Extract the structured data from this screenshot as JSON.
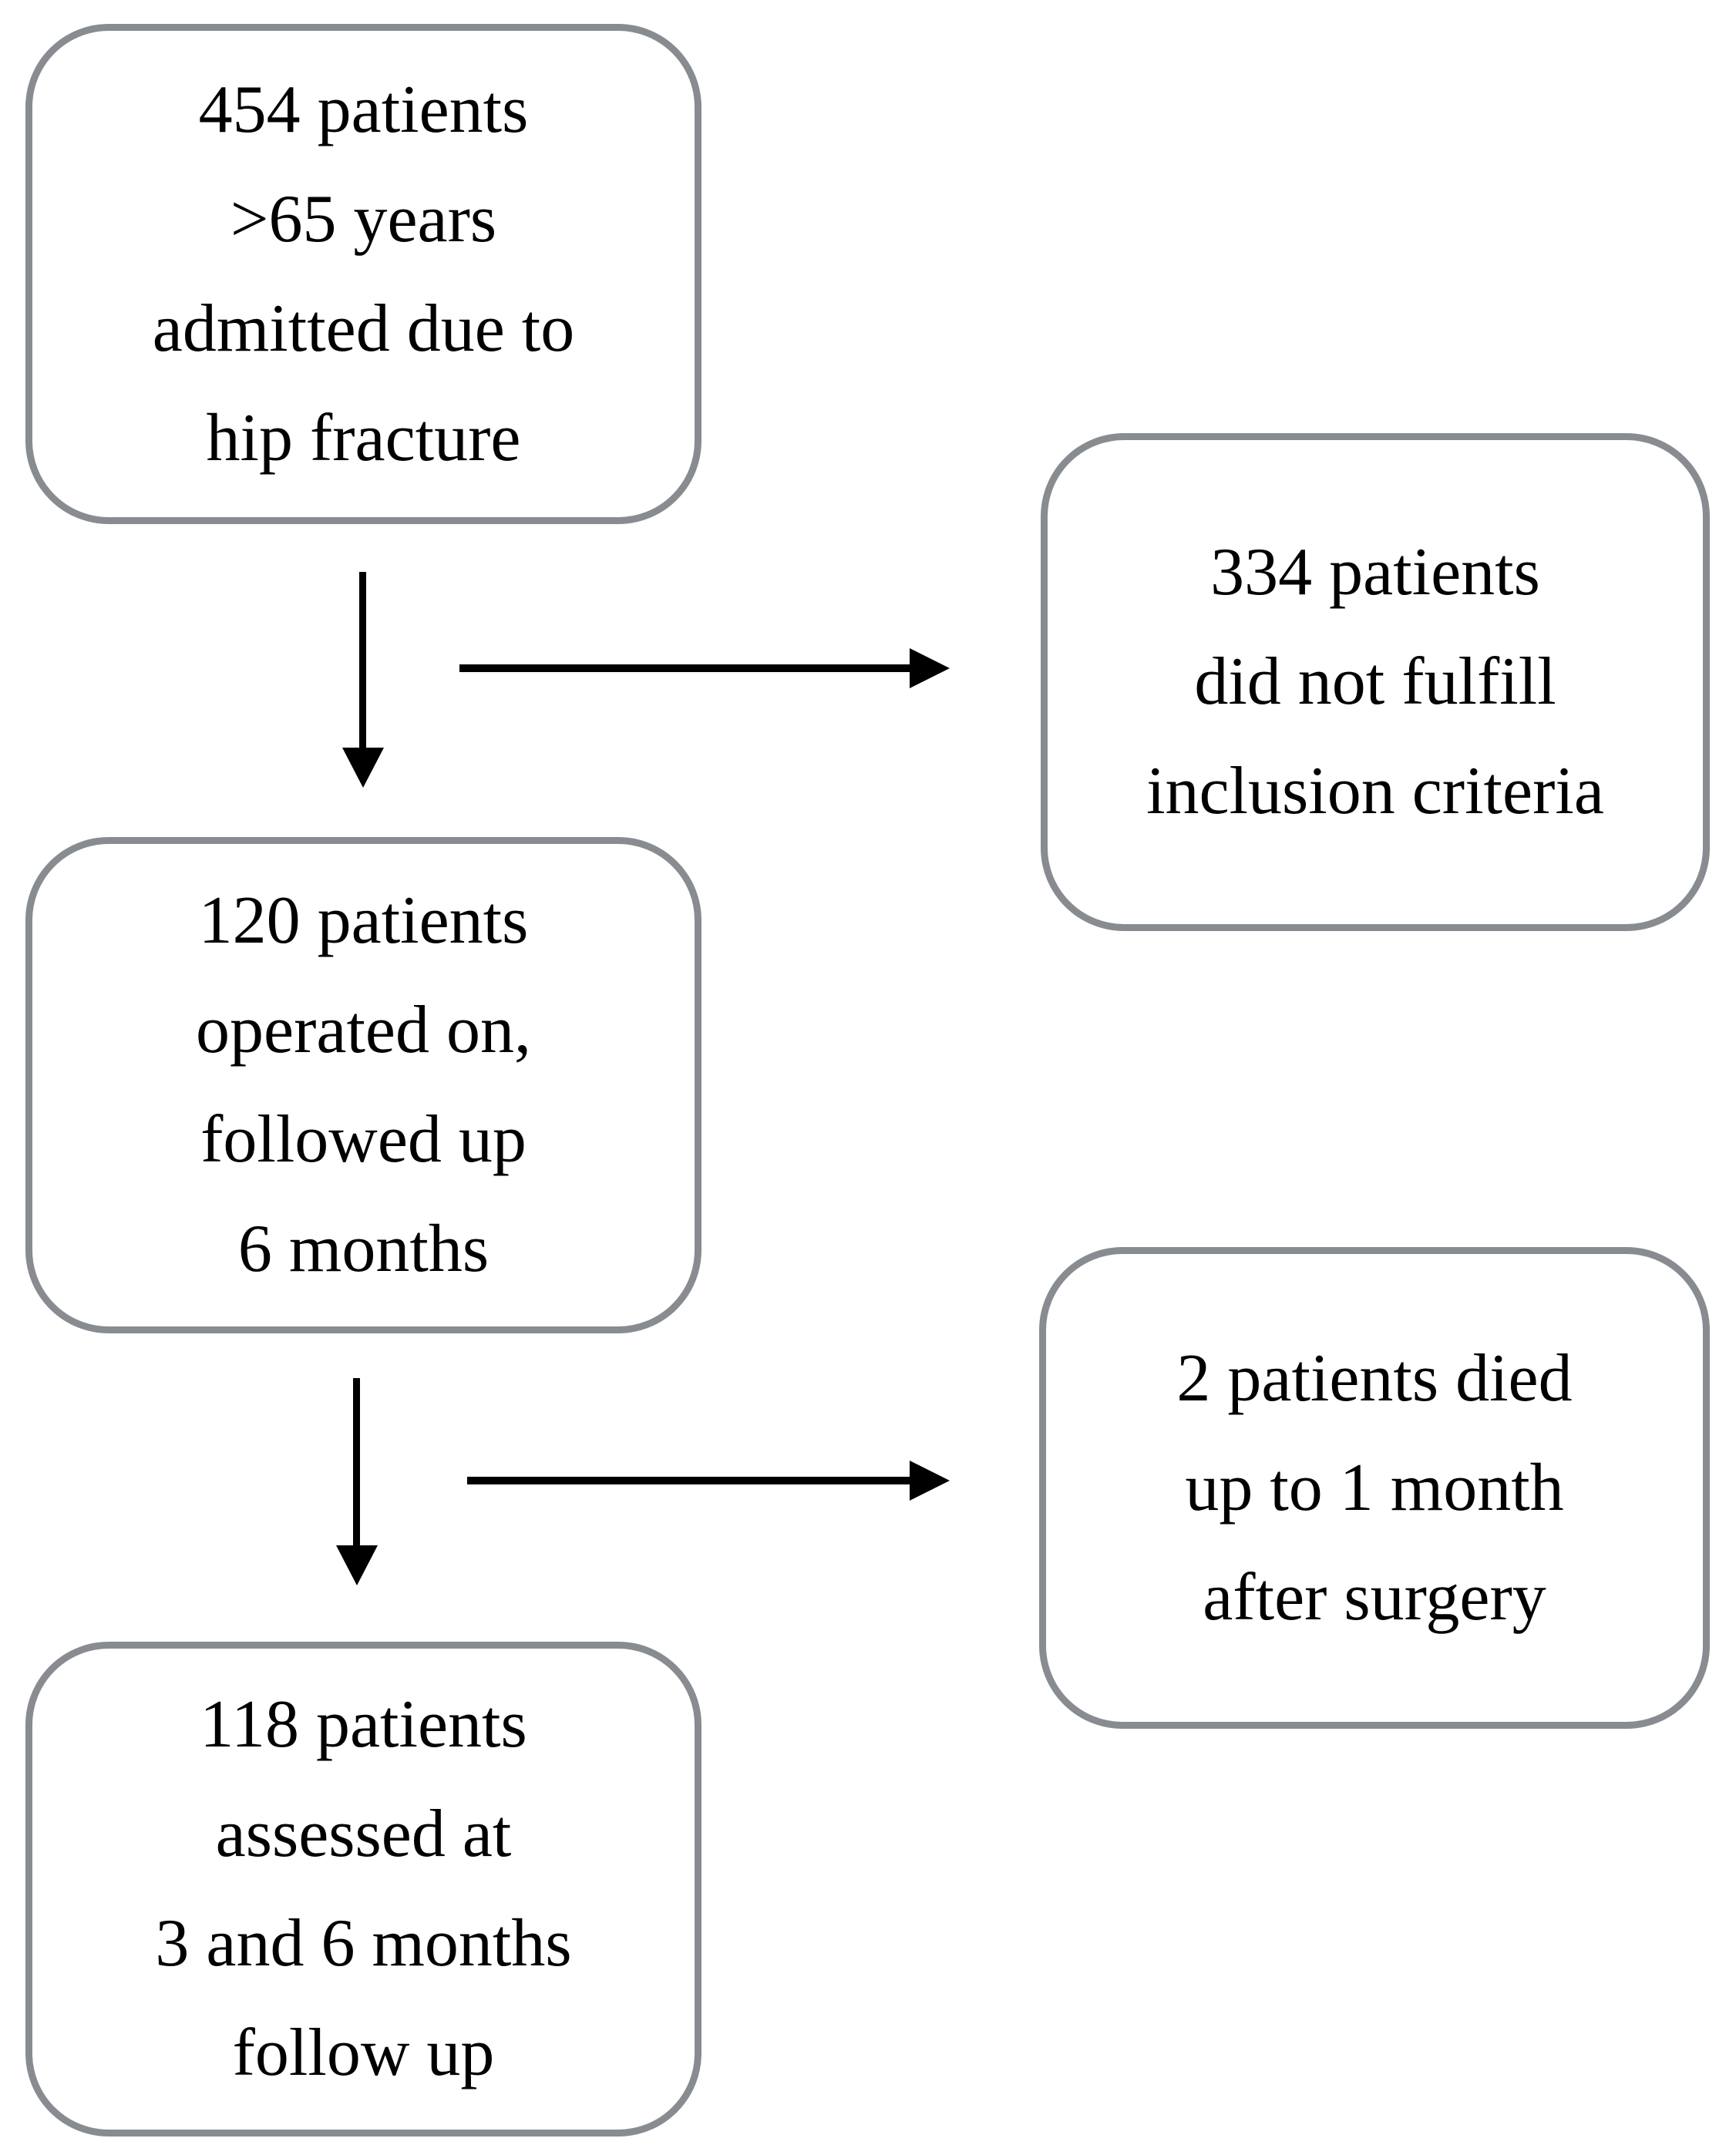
{
  "figure": {
    "type": "patient-flow-diagram",
    "colors": {
      "background": "#ffffff",
      "box_border": "#888c91",
      "arrow": "#000000",
      "text": "#000000"
    },
    "boxes": [
      {
        "id": "admitted",
        "lines": [
          "454 patients",
          ">65 years",
          "admitted due to",
          "hip fracture"
        ]
      },
      {
        "id": "excluded",
        "lines": [
          "334 patients",
          "did not fulfill",
          "inclusion criteria"
        ]
      },
      {
        "id": "operated",
        "lines": [
          "120 patients",
          "operated on,",
          "followed up",
          "6 months"
        ]
      },
      {
        "id": "died",
        "lines": [
          "2 patients died",
          "up to 1 month",
          "after surgery"
        ]
      },
      {
        "id": "assessed",
        "lines": [
          "118 patients",
          "assessed at",
          "3 and 6 months",
          "follow up"
        ]
      }
    ]
  }
}
